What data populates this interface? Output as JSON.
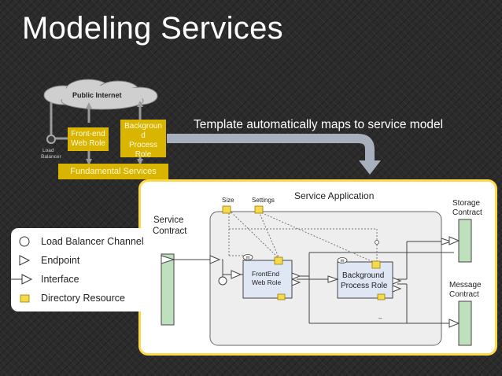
{
  "slide": {
    "title": "Modeling Services",
    "subtitle": "Template automatically maps to service model"
  },
  "left_diagram": {
    "cloud_label": "Public Internet",
    "frontend_role": "Front-end Web Role",
    "background_role_lines": [
      "Backgroun",
      "d",
      "Process",
      "Role"
    ],
    "load_balancer_lines": [
      "Load",
      "Balancer"
    ],
    "fundamental_services": "Fundamental Services"
  },
  "legend": {
    "items": [
      {
        "label": "Load Balancer Channel",
        "icon": "circle-icon"
      },
      {
        "label": "Endpoint",
        "icon": "endpoint-triangle-icon"
      },
      {
        "label": "Interface",
        "icon": "interface-arrow-icon"
      },
      {
        "label": "Directory Resource",
        "icon": "directory-resource-icon"
      }
    ]
  },
  "service_model": {
    "service_application": "Service Application",
    "size": "Size",
    "settings": "Settings",
    "service_contract_lines": [
      "Service",
      "Contract"
    ],
    "storage_contract_lines": [
      "Storage",
      "Contract"
    ],
    "message_contract_lines": [
      "Message",
      "Contract"
    ],
    "frontend_role_lines": [
      "FrontEnd",
      "Web Role"
    ],
    "background_role_lines": [
      "Background",
      "Process Role"
    ],
    "instance_marker": "m"
  },
  "colors": {
    "accent_gold": "#d9b400",
    "frame_border": "#ffd84a",
    "contract_green": "#bfe0bc",
    "role_blue": "#dfe7f5"
  }
}
